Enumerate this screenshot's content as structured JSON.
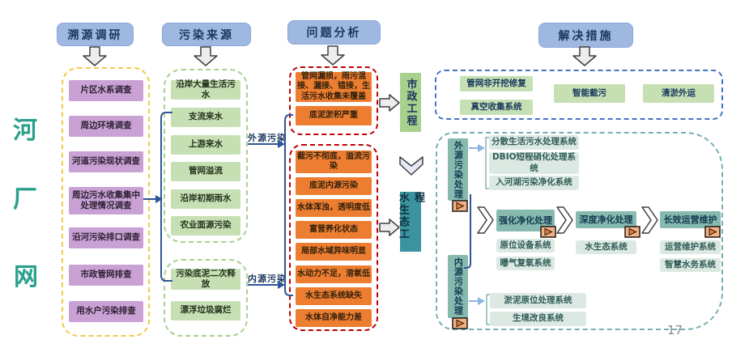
{
  "headers": {
    "survey": "溯源调研",
    "sources": "污染来源",
    "problems": "问题分析",
    "solutions": "解决措施"
  },
  "side_labels": [
    "河",
    "厂",
    "网"
  ],
  "survey_items": [
    "片区水系调查",
    "周边环境调查",
    "河道污染现状调查",
    "周边污水收集集中处理情况调查",
    "沿河污染排口调查",
    "市政管网排查",
    "用水户污染排查"
  ],
  "pollution_sources": {
    "external": [
      "沿岸大量生活污水",
      "支流来水",
      "上游来水",
      "管网溢流",
      "沿岸初期雨水",
      "农业面源污染"
    ],
    "internal": [
      "污染底泥二次释放",
      "漂浮垃圾腐烂"
    ]
  },
  "flow_labels": {
    "external": "外源污染",
    "internal": "内源污染"
  },
  "problems": {
    "municipal": [
      "管网漏损，雨污混接、漏接、错接，生活污水收集未覆盖",
      "底泥淤积严重"
    ],
    "water": [
      "截污不彻底，溢流污染",
      "底泥内源污染",
      "水体浑浊，透明度低",
      "富营养化状态",
      "局部水域异味明显",
      "水动力不足，溶氧低",
      "水生态系统缺失",
      "水体自净能力差"
    ]
  },
  "project_types": {
    "municipal": "市政工程",
    "water_ecology": "水生态工程"
  },
  "solution_measures": [
    "管网非开挖修复",
    "真空收集系统",
    "智能截污",
    "清淤外运"
  ],
  "treatment": {
    "external_label": "外源污染处理",
    "external_systems": [
      "分散生活污水处理系统",
      "DBIO短程硝化处理系统",
      "入河湖污染净化系统"
    ],
    "internal_label": "内源污染处理",
    "internal_systems": [
      "淤泥原位处理系统",
      "生境改良系统"
    ],
    "stages": [
      {
        "label": "强化净化处理",
        "systems": [
          "原位设备系统",
          "曝气复氧系统"
        ]
      },
      {
        "label": "深度净化处理",
        "systems": [
          "水生态系统"
        ]
      },
      {
        "label": "长效运营维护",
        "systems": [
          "运营维护系统",
          "智慧水务系统"
        ]
      }
    ]
  },
  "page_number": "17",
  "colors": {
    "header_fill": "#9FB8E2",
    "survey_item": "#C9A1D5",
    "survey_border": "#F2C94C",
    "source_item": "#C6E0B4",
    "source_border": "#A9D18E",
    "problem_item": "#ED7D31",
    "problem_border": "#C00000",
    "municipal_fill": "#A9D18E",
    "ecology_fill": "#3C93A0",
    "solutions_border": "#4472C4",
    "treatment_border": "#76AEB5",
    "treatment_stage_fill": "#87BAAF",
    "treatment_system_fill": "#DCE9E2",
    "connector": "#2F5597",
    "side_label": "#2AA08C",
    "play_icon": "#ED7D31"
  }
}
